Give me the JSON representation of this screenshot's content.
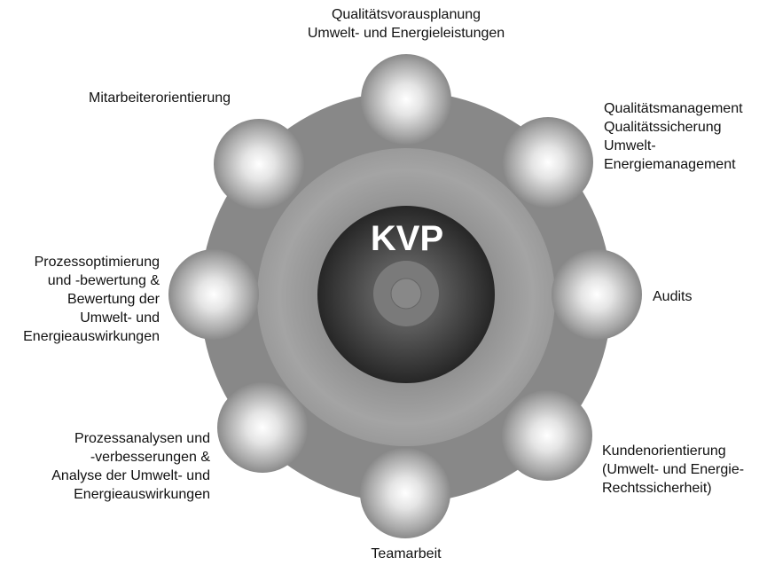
{
  "center": {
    "title": "KVP"
  },
  "nodes": [
    {
      "id": "top",
      "lines": [
        "Qualitätsvorausplanung",
        "Umwelt- und Energieleistungen"
      ]
    },
    {
      "id": "top-right",
      "lines": [
        "Qualitätsmanagement",
        "Qualitätssicherung",
        "Umwelt-",
        "Energiemanagement"
      ]
    },
    {
      "id": "right",
      "lines": [
        "Audits"
      ]
    },
    {
      "id": "bottom-right",
      "lines": [
        "Kundenorientierung",
        "(Umwelt- und Energie-",
        "Rechtssicherheit)"
      ]
    },
    {
      "id": "bottom",
      "lines": [
        "Teamarbeit"
      ]
    },
    {
      "id": "bottom-left",
      "lines": [
        "Prozessanalysen und",
        "-verbesserungen &",
        "Analyse der Umwelt- und",
        "Energieauswirkungen"
      ]
    },
    {
      "id": "left",
      "lines": [
        "Prozessoptimierung",
        "und -bewertung &",
        "Bewertung der",
        "Umwelt- und",
        "Energieauswirkungen"
      ]
    },
    {
      "id": "top-left",
      "lines": [
        "Mitarbeiterorientierung"
      ]
    }
  ],
  "colors": {
    "outer_ring": "#8a8a8a",
    "middle_ring": "#9c9c9c",
    "inner_disc_dark": "#2e2e2e",
    "inner_disc_light": "#6e6e6e",
    "center_hub": "#7a7a7a",
    "sphere_highlight": "#ffffff",
    "sphere_shadow": "#7c7c7c"
  }
}
